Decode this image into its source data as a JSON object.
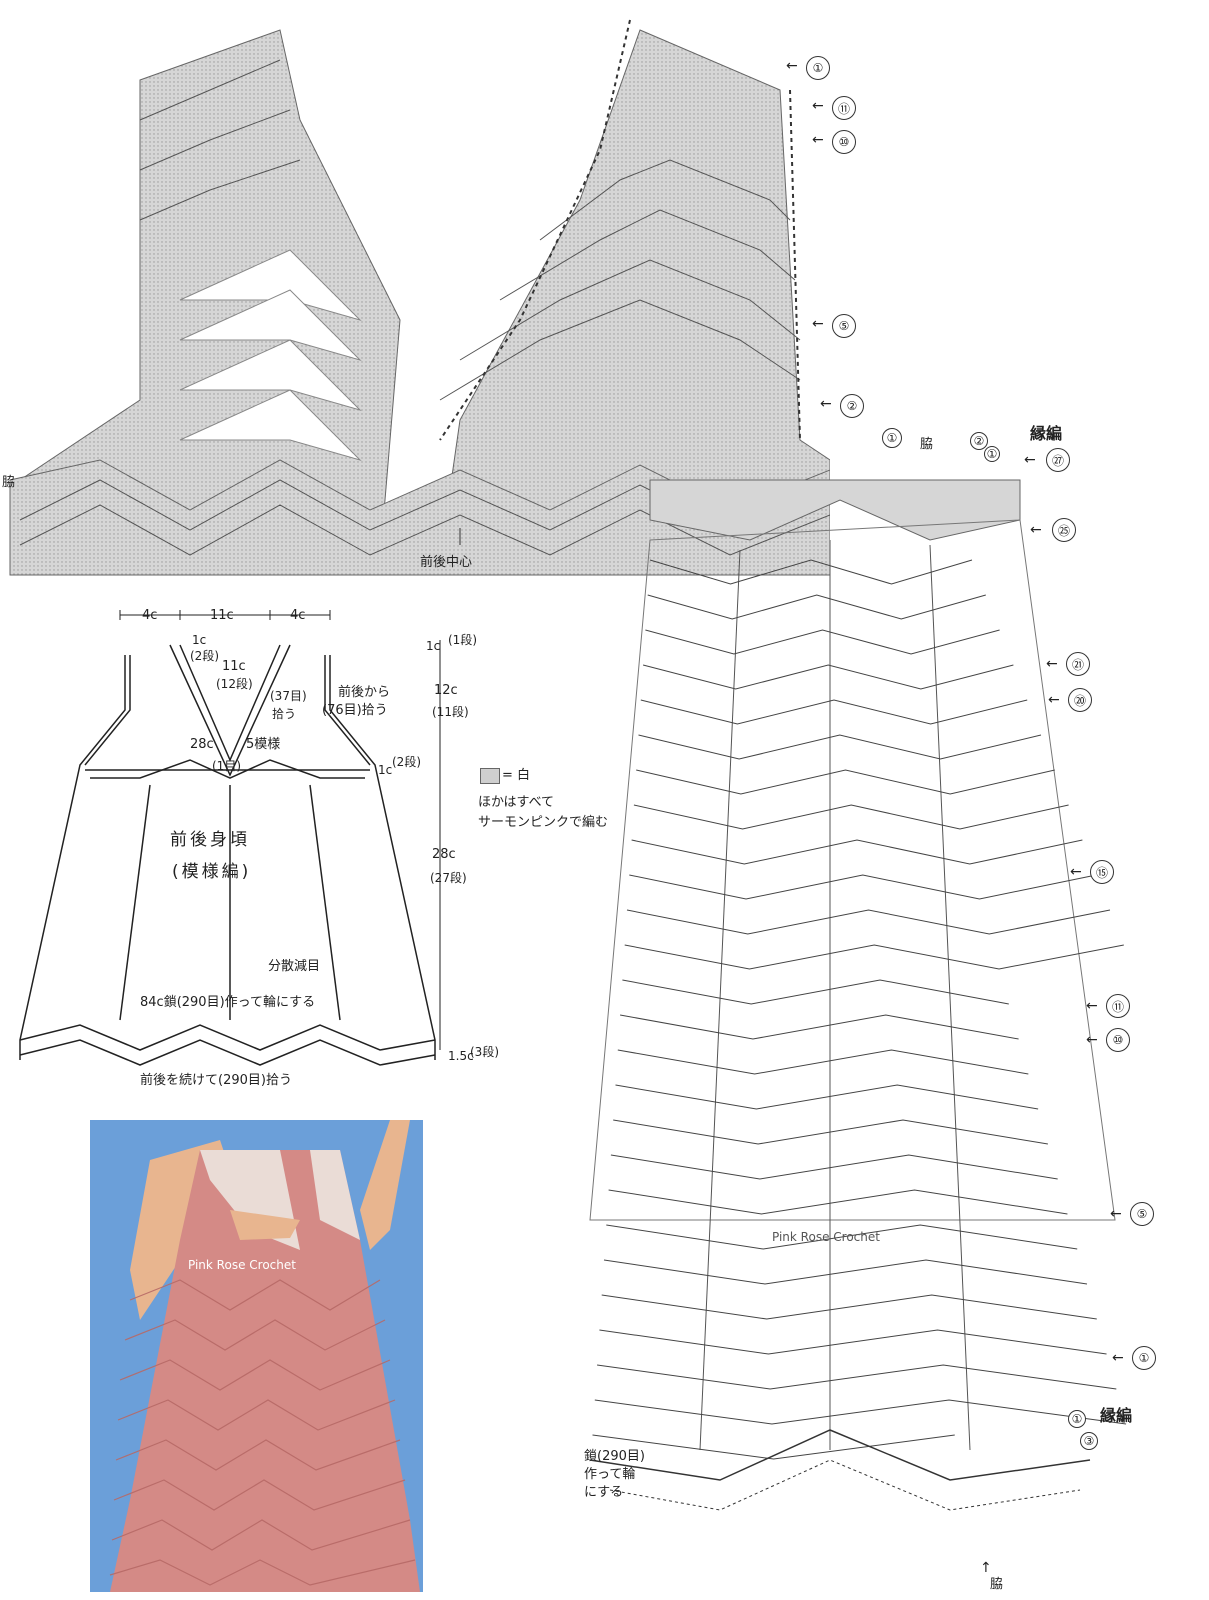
{
  "chart_top": {
    "side_label": "脇",
    "center_label": "前後中心",
    "row_markers": [
      "①",
      "⑪",
      "⑩",
      "⑤",
      "②"
    ]
  },
  "chart_right": {
    "edge_label_top": "縁編",
    "edge_label_bottom": "縁編",
    "side_label_top": "脇",
    "side_label_bottom": "脇",
    "top_rows": [
      "①",
      "②",
      "①"
    ],
    "row_markers": [
      "㉗",
      "㉕",
      "㉑",
      "⑳",
      "⑮",
      "⑪",
      "⑩",
      "⑤",
      "①"
    ],
    "bottom_rows": [
      "①",
      "③"
    ],
    "watermark": "Pink Rose Crochet",
    "foundation_note": [
      "鎖(290目)",
      "作って輪",
      "にする"
    ]
  },
  "schematic": {
    "dim_top": [
      "4c",
      "11c",
      "4c"
    ],
    "neck_rows": [
      "1c",
      "(2段)"
    ],
    "v_depth": [
      "11c",
      "(12段)"
    ],
    "pick_37": [
      "(37目)",
      "拾う"
    ],
    "pick_76": [
      "前後から",
      "(76目)拾う"
    ],
    "width_28": "28c",
    "pattern_5": "5模様",
    "one_st": "(1目)",
    "side_rows": [
      "1c",
      "(2段)"
    ],
    "body_title": "前後身頃",
    "body_sub": "(模様編)",
    "decrease": "分散減目",
    "foundation": "84c鎖(290目)作って輪にする",
    "pickup_bottom": "前後を続けて(290目)拾う",
    "right_dims": {
      "top": [
        "1c",
        "(1段)"
      ],
      "mid": [
        "12c",
        "(11段)"
      ],
      "body": [
        "28c",
        "(27段)"
      ],
      "bottom": [
        "1.5c",
        "(3段)"
      ]
    }
  },
  "legend": {
    "white": "= 白",
    "note1": "ほかはすべて",
    "note2": "サーモンピンクで編む"
  },
  "photo": {
    "watermark": "Pink Rose Crochet"
  }
}
